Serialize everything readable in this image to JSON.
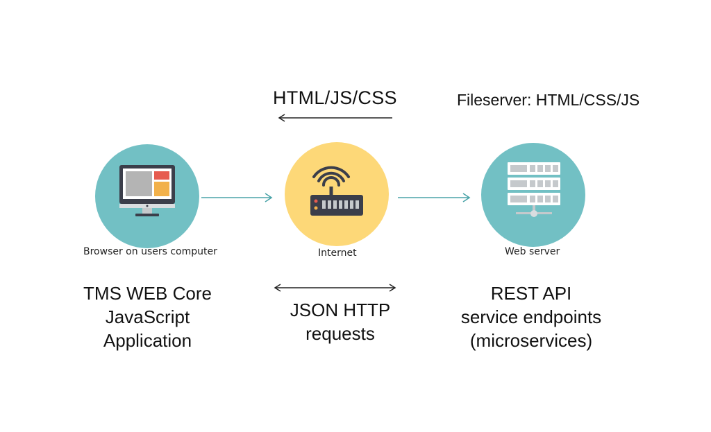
{
  "labels": {
    "top_center": "HTML/JS/CSS",
    "top_right": "Fileserver: HTML/CSS/JS"
  },
  "nodes": [
    {
      "id": "browser",
      "caption": "Browser on users computer",
      "icon": "monitor-icon",
      "color": "#72c0c4"
    },
    {
      "id": "internet",
      "caption": "Internet",
      "icon": "router-icon",
      "color": "#fdd878"
    },
    {
      "id": "server",
      "caption": "Web server",
      "icon": "server-rack-icon",
      "color": "#72c0c4"
    }
  ],
  "descriptions": {
    "left": [
      "TMS WEB Core",
      "JavaScript",
      "Application"
    ],
    "center": [
      "JSON HTTP",
      "requests"
    ],
    "right": [
      "REST API",
      "service endpoints",
      "(microservices)"
    ]
  },
  "colors": {
    "teal": "#72c0c4",
    "arrow_teal": "#4aa3a8",
    "yellow": "#fdd878"
  }
}
